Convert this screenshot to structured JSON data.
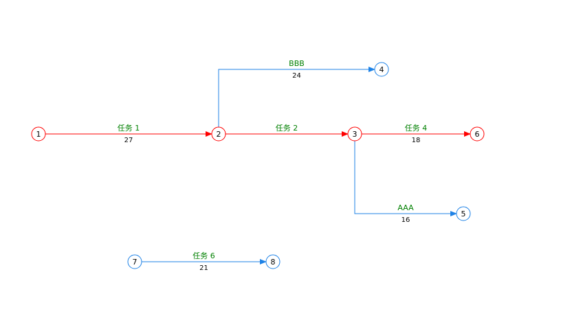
{
  "colors": {
    "critical": "#ff0000",
    "normal": "#1e82e6",
    "task_name": "#008000",
    "duration": "#000000"
  },
  "nodes": [
    {
      "id": "1",
      "label": "1",
      "critical": true
    },
    {
      "id": "2",
      "label": "2",
      "critical": true
    },
    {
      "id": "3",
      "label": "3",
      "critical": true
    },
    {
      "id": "4",
      "label": "4",
      "critical": false
    },
    {
      "id": "5",
      "label": "5",
      "critical": false
    },
    {
      "id": "6",
      "label": "6",
      "critical": true
    },
    {
      "id": "7",
      "label": "7",
      "critical": false
    },
    {
      "id": "8",
      "label": "8",
      "critical": false
    }
  ],
  "tasks": [
    {
      "from": "1",
      "to": "2",
      "name": "任务 1",
      "duration": "27",
      "critical": true
    },
    {
      "from": "2",
      "to": "3",
      "name": "任务 2",
      "duration": "",
      "critical": true
    },
    {
      "from": "3",
      "to": "6",
      "name": "任务 4",
      "duration": "18",
      "critical": true
    },
    {
      "from": "2",
      "to": "4",
      "name": "BBB",
      "duration": "24",
      "critical": false
    },
    {
      "from": "3",
      "to": "5",
      "name": "AAA",
      "duration": "16",
      "critical": false
    },
    {
      "from": "7",
      "to": "8",
      "name": "任务 6",
      "duration": "21",
      "critical": false
    }
  ]
}
